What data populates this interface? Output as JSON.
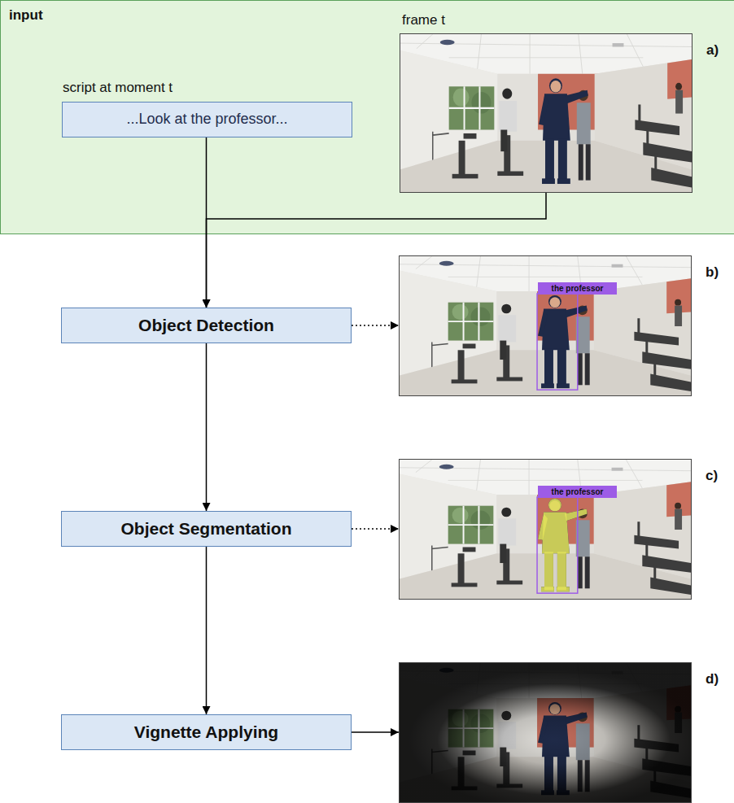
{
  "diagram": {
    "nodes": [
      {
        "text": [
          "input"
        ]
      },
      {
        "text": [
          "script at moment t",
          "...Look at the professor..."
        ],
        "in": 0
      },
      {
        "text": [
          "frame t",
          "a)"
        ],
        "in": 0
      },
      {
        "text": [
          "Object Detection"
        ]
      },
      {
        "text": [
          "the professor",
          "b)"
        ]
      },
      {
        "text": [
          "Object Segmentation"
        ]
      },
      {
        "text": [
          "the professor",
          "c)"
        ]
      },
      {
        "text": [
          "Vignette Applying"
        ]
      },
      {
        "text": [
          "d)"
        ]
      }
    ],
    "edges": [
      {
        "from": 1,
        "to": 3,
        "arrow": "to"
      },
      {
        "from": 2,
        "to": 3,
        "arrow": "to"
      },
      {
        "from": 3,
        "to": 4,
        "arrow": "to"
      },
      {
        "from": 3,
        "to": 5,
        "arrow": "to"
      },
      {
        "from": 5,
        "to": 6,
        "arrow": "to"
      },
      {
        "from": 5,
        "to": 7,
        "arrow": "to"
      },
      {
        "from": 7,
        "to": 8,
        "arrow": "to"
      }
    ]
  }
}
